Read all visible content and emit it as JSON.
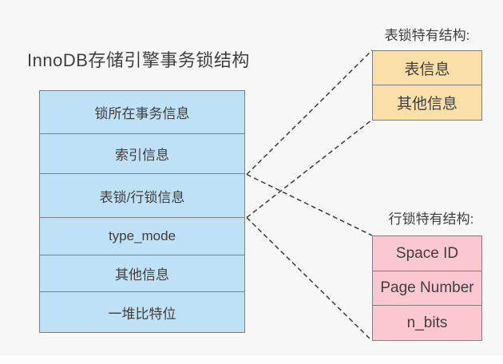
{
  "title": "InnoDB存储引擎事务锁结构",
  "main_table": {
    "rows": [
      "锁所在事务信息",
      "索引信息",
      "表锁/行锁信息",
      "type_mode",
      "其他信息",
      "一堆比特位"
    ]
  },
  "table_lock": {
    "label": "表锁特有结构:",
    "rows": [
      "表信息",
      "其他信息"
    ]
  },
  "row_lock": {
    "label": "行锁特有结构:",
    "rows": [
      "Space ID",
      "Page Number",
      "n_bits"
    ]
  },
  "colors": {
    "background": "#f7f7f7",
    "bottom_strip": "#fdfdfd",
    "main_table_fill": "#bee1f6",
    "table_lock_fill": "#fbdfa9",
    "row_lock_fill": "#fbc7d0",
    "border": "#7f7f7f",
    "text": "#3f3f3f",
    "connector": "#3a3a3a"
  }
}
